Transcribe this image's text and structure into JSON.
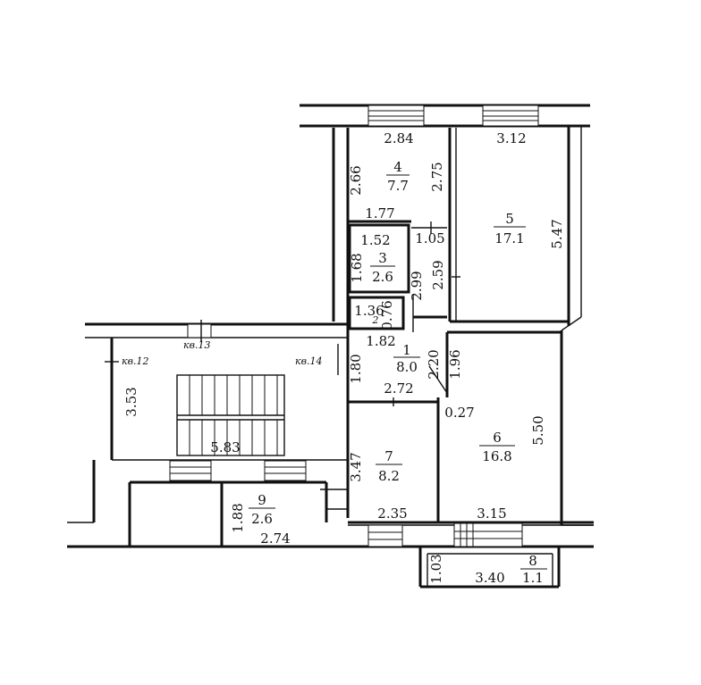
{
  "rooms": [
    {
      "id": "r4",
      "num": "4",
      "area": "7.7"
    },
    {
      "id": "r5",
      "num": "5",
      "area": "17.1"
    },
    {
      "id": "r3",
      "num": "3",
      "area": "2.6"
    },
    {
      "id": "r2",
      "num": "2",
      "area": ""
    },
    {
      "id": "r1",
      "num": "1",
      "area": "8.0"
    },
    {
      "id": "r6",
      "num": "6",
      "area": "16.8"
    },
    {
      "id": "r7",
      "num": "7",
      "area": "8.2"
    },
    {
      "id": "r9",
      "num": "9",
      "area": "2.6"
    },
    {
      "id": "r8",
      "num": "8",
      "area": "1.1"
    }
  ],
  "dimensions": {
    "d_284": "2.84",
    "d_312": "3.12",
    "d_266": "2.66",
    "d_275": "2.75",
    "d_547": "5.47",
    "d_177": "1.77",
    "d_152": "1.52",
    "d_105": "1.05",
    "d_168": "1.68",
    "d_259": "2.59",
    "d_299": "2.99",
    "d_136": "1.36",
    "d_076": "0.76",
    "d_182": "1.82",
    "d_180": "1.80",
    "d_220": "2.20",
    "d_196": "1.96",
    "d_272": "2.72",
    "d_027": "0.27",
    "d_550": "5.50",
    "d_353": "3.53",
    "d_583": "5.83",
    "d_347": "3.47",
    "d_235": "2.35",
    "d_315": "3.15",
    "d_188": "1.88",
    "d_274": "2.74",
    "d_103": "1.03",
    "d_340": "3.40"
  },
  "neighbors": {
    "kv12": "кв.12",
    "kv13": "кв.13",
    "kv14": "кв.14"
  },
  "colors": {
    "line": "#111111",
    "background": "#ffffff"
  }
}
